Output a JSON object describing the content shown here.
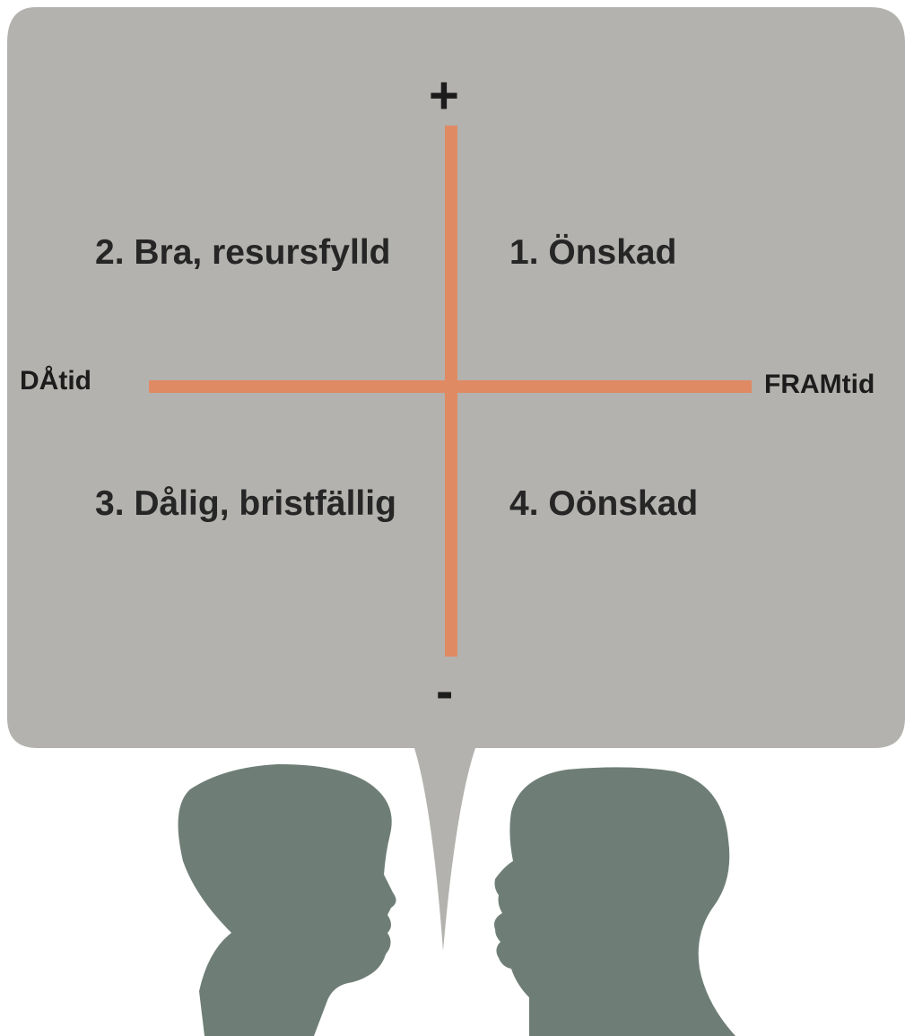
{
  "colors": {
    "bubble": "#b3b2ae",
    "axis": "#e08a64",
    "silhouette": "#6e7e77",
    "text": "#262626"
  },
  "signs": {
    "plus": "+",
    "minus": "-"
  },
  "axes": {
    "past": "DÅtid",
    "future": "FRAMtid"
  },
  "quadrants": {
    "q1": "1. Önskad",
    "q2": "2. Bra, resursfylld",
    "q3": "3. Dålig, bristfällig",
    "q4": "4. Oönskad"
  },
  "figures": [
    "woman-silhouette",
    "man-silhouette"
  ]
}
